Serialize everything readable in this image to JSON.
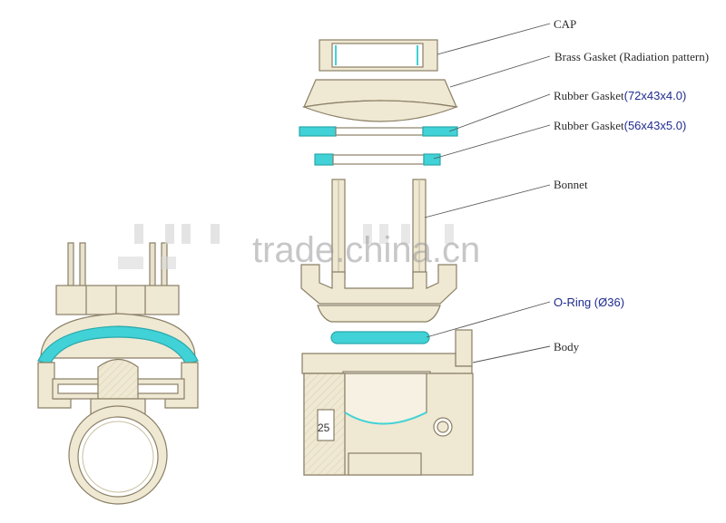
{
  "labels": {
    "cap": "CAP",
    "brass_gasket": "Brass Gasket (Radiation pattern)",
    "rubber1_name": "Rubber Gasket",
    "rubber1_dims": "(72x43x4.0)",
    "rubber2_name": "Rubber Gasket",
    "rubber2_dims": "(56x43x5.0)",
    "bonnet": "Bonnet",
    "oring": "O-Ring (Ø36)",
    "body": "Body"
  },
  "body_marking": "25",
  "watermark": "trade.china.cn",
  "colors": {
    "part_fill": "#efe8d2",
    "part_stroke": "#8a7f66",
    "gasket_cyan": "#40d2d6",
    "leader": "#555555"
  }
}
